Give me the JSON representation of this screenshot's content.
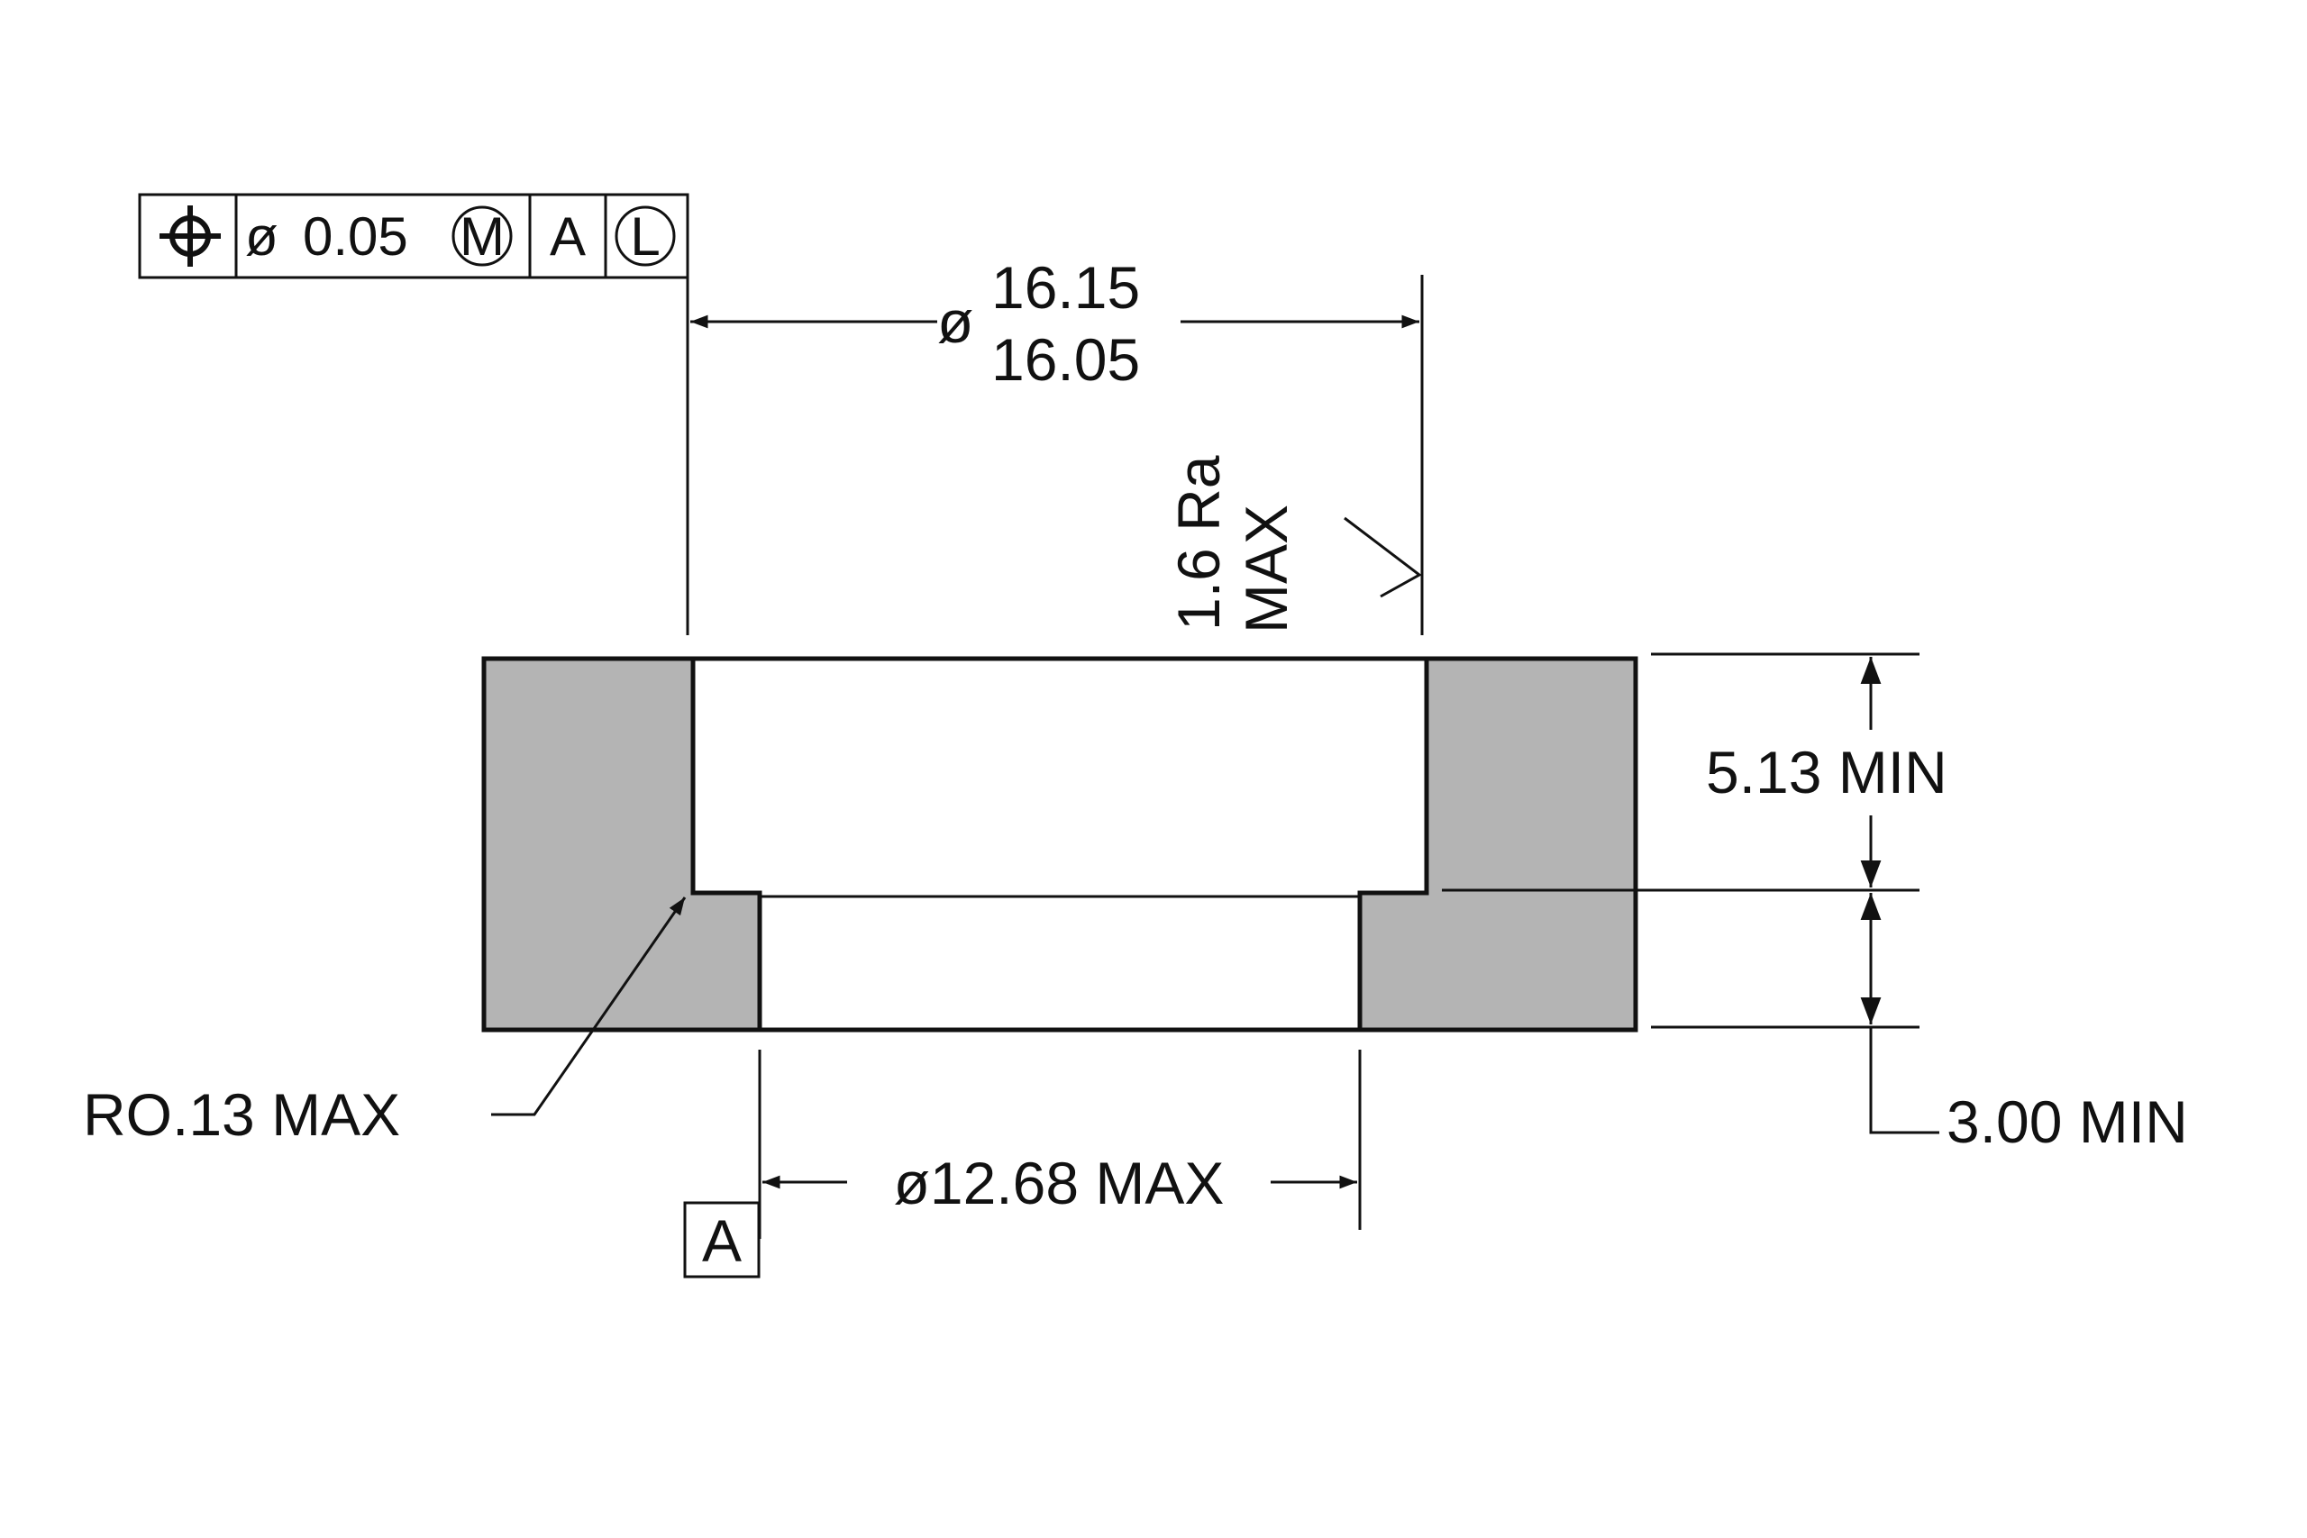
{
  "feature_control_frame": {
    "symbol_icon": "position-tolerance-icon",
    "diameter_symbol": "ø",
    "tolerance": "0.05",
    "material_modifier": "M",
    "datum": "A",
    "datum_modifier": "L"
  },
  "outer_diameter": {
    "symbol": "ø",
    "upper": "16.15",
    "lower": "16.05"
  },
  "surface_finish": {
    "line1": "1.6 Ra",
    "line2": "MAX"
  },
  "counterbore_depth": "5.13  MIN",
  "total_height": "3.00 MIN",
  "corner_radius": "RO.13  MAX",
  "inner_diameter": "ø12.68 MAX",
  "datum_label": "A",
  "colors": {
    "section_fill": "#b4b4b4",
    "line": "#111111",
    "background": "#ffffff"
  }
}
